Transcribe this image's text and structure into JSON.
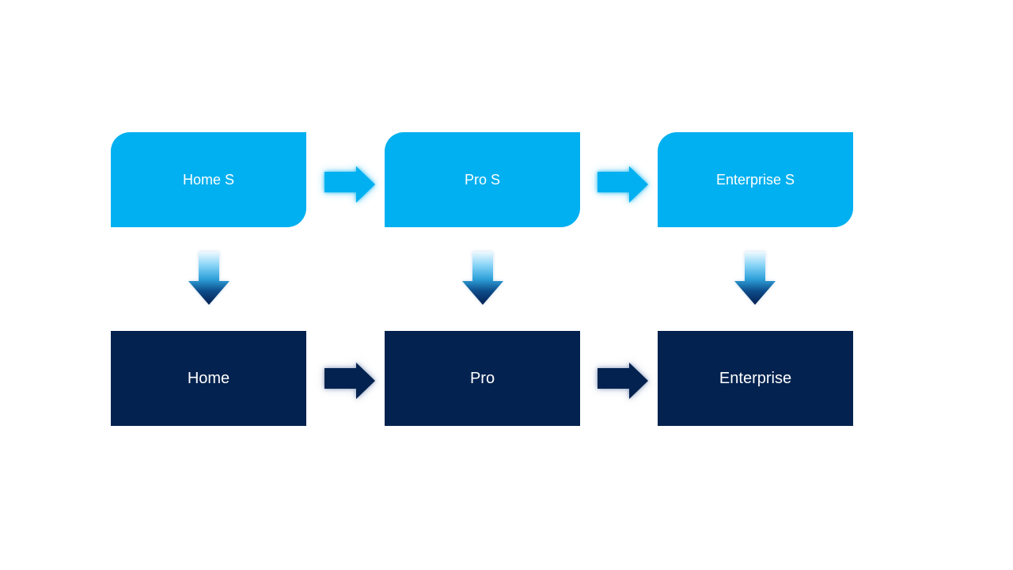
{
  "slide": {
    "background": "#ffffff"
  },
  "colors": {
    "light_blue": "#00b0f0",
    "dark_navy": "#03224f",
    "text": "#ffffff",
    "down_arrow_gradient_top": "#eaf7fd",
    "down_arrow_gradient_mid": "#2d9fd8",
    "down_arrow_gradient_bottom": "#052051"
  },
  "diagram": {
    "columns": [
      {
        "top_label": "Home S",
        "bottom_label": "Home"
      },
      {
        "top_label": "Pro S",
        "bottom_label": "Pro"
      },
      {
        "top_label": "Enterprise S",
        "bottom_label": "Enterprise"
      }
    ]
  }
}
